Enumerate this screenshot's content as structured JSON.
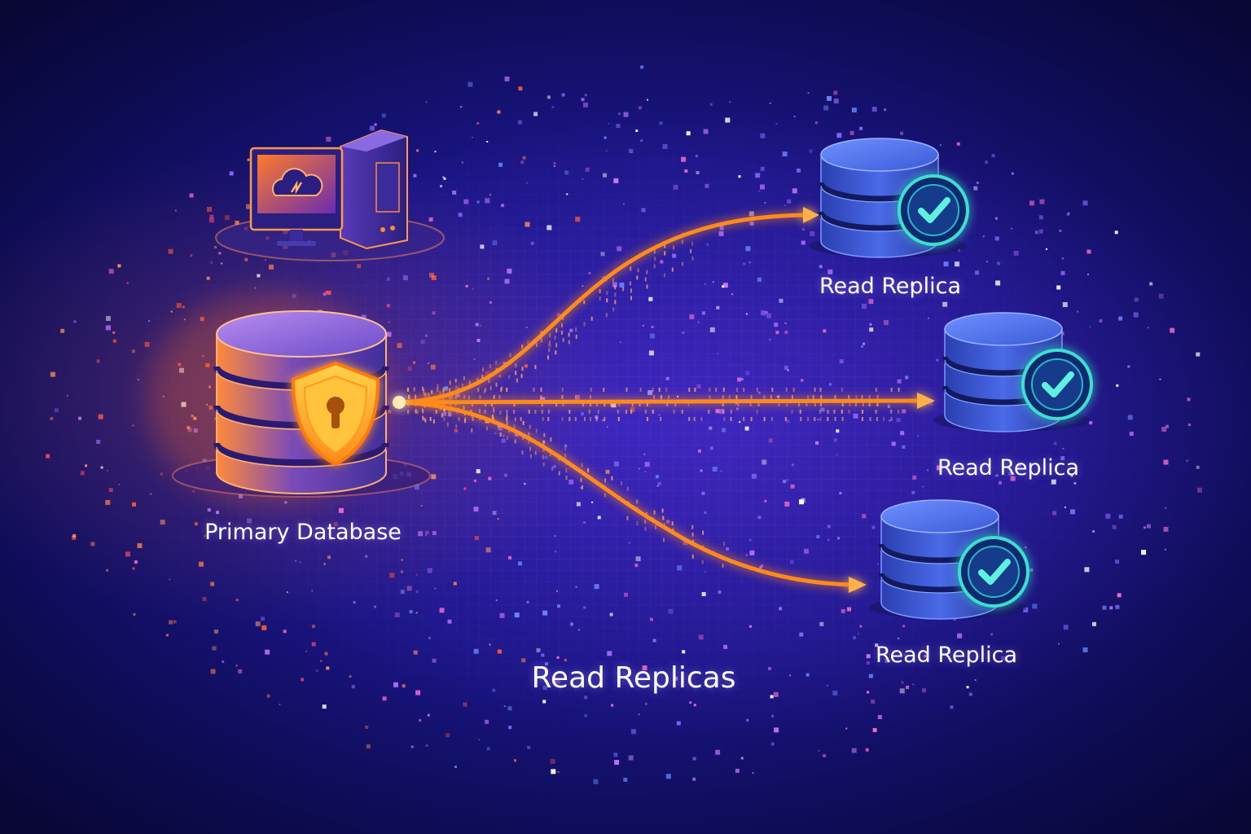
{
  "diagram": {
    "title": "Read Replicas",
    "primary": {
      "label": "Primary Database",
      "badge_icon": "shield-lock-icon"
    },
    "client": {
      "monitor_icon": "cloud-sync-icon",
      "tower_icon": "server-tower-icon"
    },
    "replicas": [
      {
        "label": "Read Replica",
        "status_icon": "check-circle-icon"
      },
      {
        "label": "Read Replica",
        "status_icon": "check-circle-icon"
      },
      {
        "label": "Read Replica",
        "status_icon": "check-circle-icon"
      }
    ],
    "colors": {
      "primary_glow": "#ff7a1a",
      "arrow": "#ff9a2a",
      "replica": "#3b5bd8",
      "check": "#3ee0d0",
      "background": "#1a1585"
    }
  }
}
